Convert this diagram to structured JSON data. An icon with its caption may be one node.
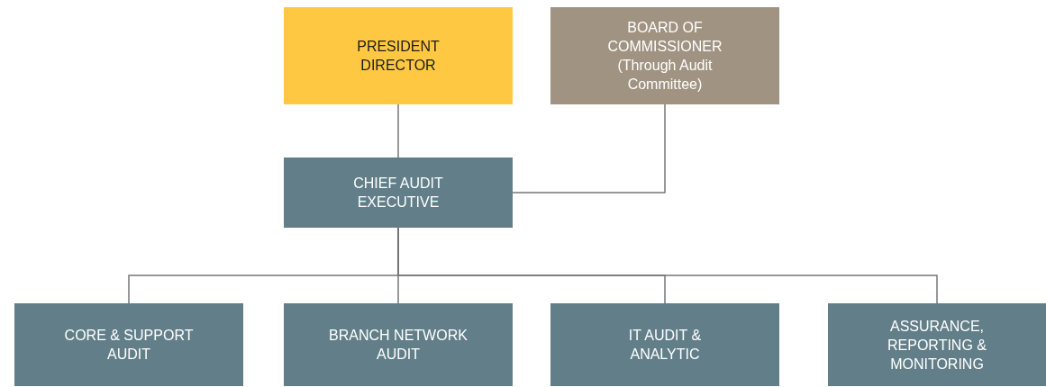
{
  "diagram": {
    "nodes": [
      {
        "text": [
          "PRESIDENT DIRECTOR"
        ]
      },
      {
        "text": [
          "BOARD OF COMMISSIONER (Through Audit Committee)"
        ]
      },
      {
        "text": [
          "CHIEF AUDIT EXECUTIVE"
        ]
      },
      {
        "text": [
          "CORE & SUPPORT AUDIT"
        ]
      },
      {
        "text": [
          "BRANCH NETWORK AUDIT"
        ]
      },
      {
        "text": [
          "IT AUDIT & ANALYTIC"
        ]
      },
      {
        "text": [
          "ASSURANCE, REPORTING & MONITORING"
        ]
      }
    ],
    "edges": [
      {
        "from": 0,
        "to": 2,
        "arrow": "none"
      },
      {
        "from": 1,
        "to": 2,
        "arrow": "none"
      },
      {
        "from": 2,
        "to": 3,
        "arrow": "none"
      },
      {
        "from": 2,
        "to": 4,
        "arrow": "none"
      },
      {
        "from": 2,
        "to": 5,
        "arrow": "none"
      },
      {
        "from": 2,
        "to": 6,
        "arrow": "none"
      }
    ]
  }
}
